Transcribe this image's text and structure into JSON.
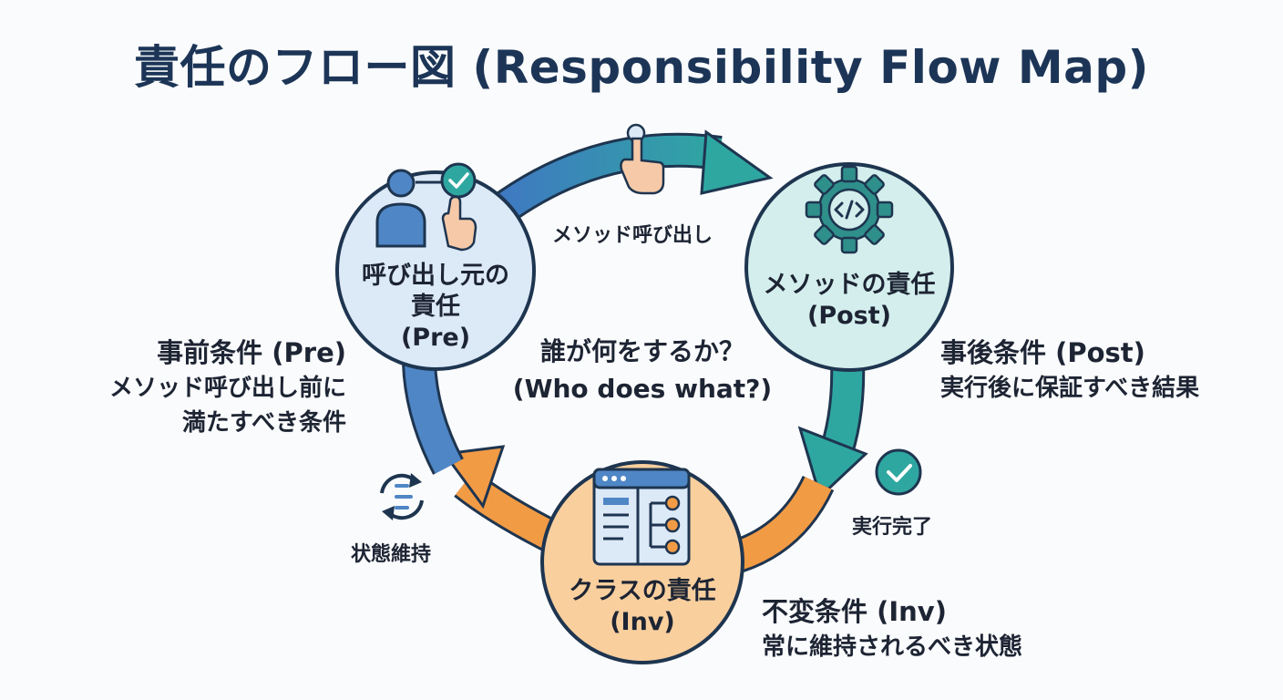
{
  "title": "責任のフロー図 (Responsibility Flow Map)",
  "center": {
    "question": "誰が何をするか？",
    "question_en": "(Who does what?)"
  },
  "nodes": {
    "caller": {
      "label_line1": "呼び出し元の",
      "label_line2": "責任",
      "label_line3": "(Pre)",
      "color": "#4f86c6"
    },
    "method": {
      "label_line1": "メソッドの責任",
      "label_line2": "(Post)",
      "color": "#2fa7a1"
    },
    "class": {
      "label_line1": "クラスの責任",
      "label_line2": "(Inv)",
      "color": "#f29b45"
    }
  },
  "arrows": {
    "call_label": "メソッド呼び出し",
    "done_label": "実行完了",
    "maintain_label": "状態維持"
  },
  "conditions": {
    "pre": {
      "heading": "事前条件 (Pre)",
      "desc_line1": "メソッド呼び出し前に",
      "desc_line2": "満たすべき条件"
    },
    "post": {
      "heading": "事後条件 (Post)",
      "desc_line1": "実行後に保証すべき結果"
    },
    "inv": {
      "heading": "不変条件 (Inv)",
      "desc_line1": "常に維持されるべき状態"
    }
  }
}
